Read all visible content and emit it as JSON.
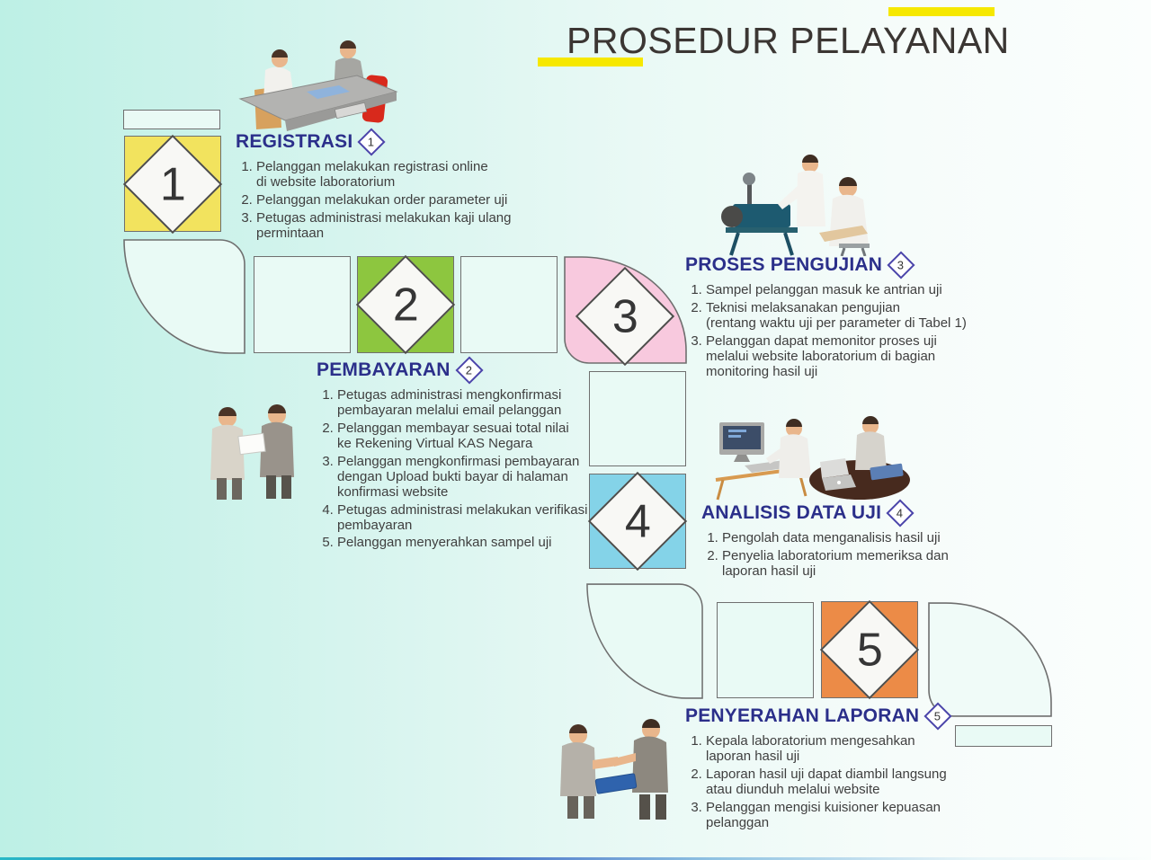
{
  "title": "PROSEDUR PELAYANAN",
  "accents": {
    "bar_color": "#F6E800"
  },
  "theme": {
    "heading_color": "#2B2F8A",
    "body_text_color": "#3F3F3F",
    "tile_border_color": "#6F6F6F",
    "empty_tile_fill": "#E9FAF5",
    "background_left": "#BDF0E5",
    "background_right": "#FBFEFD"
  },
  "illustrations": [
    "registration-desk-illustration",
    "payment-handover-illustration",
    "lab-testing-illustration",
    "data-analysis-illustration",
    "report-handover-illustration"
  ],
  "steps": [
    {
      "id": 1,
      "name": "REGISTRASI",
      "tile_color": "#F2E35E",
      "items": [
        "Pelanggan melakukan registrasi online\ndi website laboratorium",
        "Pelanggan melakukan order parameter uji",
        "Petugas administrasi melakukan kaji ulang\npermintaan"
      ]
    },
    {
      "id": 2,
      "name": "PEMBAYARAN",
      "tile_color": "#8DC63F",
      "items": [
        "Petugas administrasi mengkonfirmasi\npembayaran melalui email pelanggan",
        "Pelanggan membayar sesuai total nilai\nke Rekening Virtual KAS Negara",
        "Pelanggan mengkonfirmasi pembayaran\ndengan Upload bukti bayar di halaman\nkonfirmasi website",
        "Petugas administrasi melakukan verifikasi\npembayaran",
        "Pelanggan menyerahkan sampel uji"
      ]
    },
    {
      "id": 3,
      "name": "PROSES PENGUJIAN",
      "tile_color": "#F8C9DE",
      "items": [
        "Sampel pelanggan masuk ke antrian uji",
        "Teknisi melaksanakan pengujian\n(rentang waktu uji per parameter di Tabel 1)",
        "Pelanggan dapat memonitor proses uji\nmelalui website laboratorium di bagian\nmonitoring hasil uji"
      ]
    },
    {
      "id": 4,
      "name": "ANALISIS DATA UJI",
      "tile_color": "#84D3E8",
      "items": [
        "Pengolah data menganalisis hasil uji",
        "Penyelia laboratorium memeriksa dan\nlaporan hasil uji"
      ]
    },
    {
      "id": 5,
      "name": "PENYERAHAN LAPORAN",
      "tile_color": "#EC8B47",
      "items": [
        "Kepala laboratorium mengesahkan\nlaporan hasil uji",
        "Laporan hasil uji dapat diambil langsung\natau diunduh melalui website",
        "Pelanggan mengisi kuisioner kepuasan\npelanggan"
      ]
    }
  ]
}
